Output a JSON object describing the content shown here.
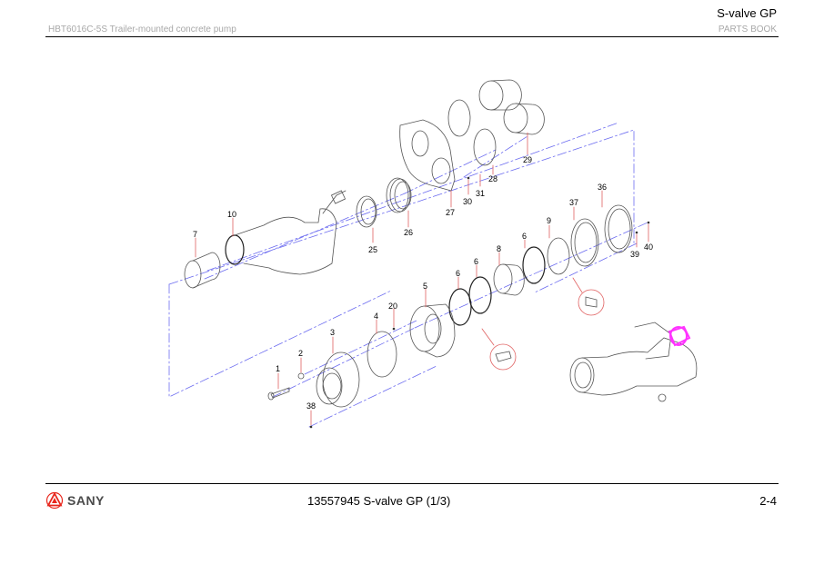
{
  "header": {
    "section_title": "S-valve GP",
    "model": "HBT6016C-5S Trailer-mounted concrete pump",
    "book": "PARTS BOOK"
  },
  "footer": {
    "brand": "SANY",
    "drawing_caption": "13557945 S-valve GP (1/3)",
    "page_number": "2-4"
  },
  "diagram": {
    "title": "S-valve GP exploded view",
    "callouts": {
      "c1": "1",
      "c2": "2",
      "c3": "3",
      "c4": "4",
      "c5": "5",
      "c6a": "6",
      "c6b": "6",
      "c6c": "6",
      "c7": "7",
      "c8": "8",
      "c9": "9",
      "c10": "10",
      "c20": "20",
      "c25": "25",
      "c26": "26",
      "c27": "27",
      "c28": "28",
      "c29": "29",
      "c30": "30",
      "c31": "31",
      "c36": "36",
      "c37": "37",
      "c38": "38",
      "c39": "39",
      "c40": "40"
    },
    "colors": {
      "axis_line": "#6c6cf0",
      "leader_line": "#e06060",
      "part_outline": "#555555",
      "highlight": "#ff33ff",
      "logo_red": "#e8261c"
    }
  }
}
